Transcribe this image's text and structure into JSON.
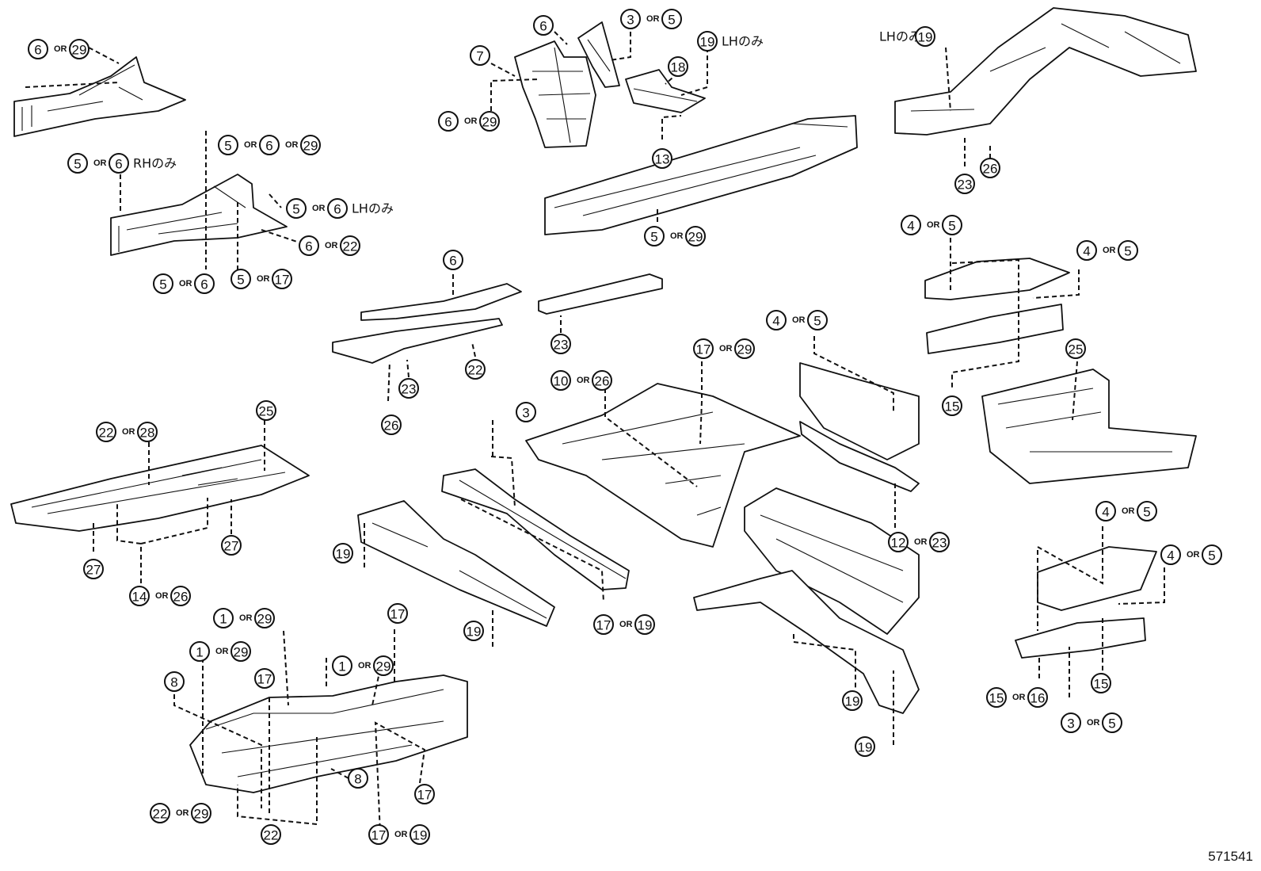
{
  "diagram_id": "571541",
  "labels": [
    {
      "id": "l1",
      "parts": [
        "6",
        "29"
      ]
    },
    {
      "id": "l2",
      "parts": [
        "5",
        "6",
        "29"
      ]
    },
    {
      "id": "l3",
      "parts": [
        "5",
        "6"
      ],
      "suffix": "RHのみ"
    },
    {
      "id": "l4",
      "parts": [
        "5",
        "6"
      ],
      "suffix": "LHのみ"
    },
    {
      "id": "l5",
      "parts": [
        "6",
        "22"
      ]
    },
    {
      "id": "l6",
      "parts": [
        "5",
        "6"
      ]
    },
    {
      "id": "l7",
      "parts": [
        "5",
        "17"
      ]
    },
    {
      "id": "l8",
      "parts": [
        "6"
      ]
    },
    {
      "id": "l9",
      "parts": [
        "7"
      ]
    },
    {
      "id": "l10",
      "parts": [
        "3",
        "5"
      ]
    },
    {
      "id": "l11",
      "parts": [
        "19"
      ],
      "suffix": "LHのみ"
    },
    {
      "id": "l12",
      "parts": [
        "18"
      ]
    },
    {
      "id": "l13",
      "parts": [
        "6",
        "29"
      ]
    },
    {
      "id": "l14",
      "parts": [
        "13"
      ]
    },
    {
      "id": "l15",
      "parts": [
        "5",
        "29"
      ]
    },
    {
      "id": "l16",
      "parts": [
        "19"
      ],
      "prefix": "LHのみ"
    },
    {
      "id": "l17",
      "parts": [
        "23"
      ]
    },
    {
      "id": "l18",
      "parts": [
        "26"
      ]
    },
    {
      "id": "l19",
      "parts": [
        "4",
        "5"
      ]
    },
    {
      "id": "l20",
      "parts": [
        "4",
        "5"
      ]
    },
    {
      "id": "l21",
      "parts": [
        "15"
      ]
    },
    {
      "id": "l22",
      "parts": [
        "25"
      ]
    },
    {
      "id": "l23",
      "parts": [
        "6"
      ]
    },
    {
      "id": "l24",
      "parts": [
        "23"
      ]
    },
    {
      "id": "l25",
      "parts": [
        "22"
      ]
    },
    {
      "id": "l26",
      "parts": [
        "23"
      ]
    },
    {
      "id": "l27",
      "parts": [
        "26"
      ]
    },
    {
      "id": "l28",
      "parts": [
        "17",
        "29"
      ]
    },
    {
      "id": "l29",
      "parts": [
        "4",
        "5"
      ]
    },
    {
      "id": "l30",
      "parts": [
        "10",
        "26"
      ]
    },
    {
      "id": "l31",
      "parts": [
        "3"
      ]
    },
    {
      "id": "l32",
      "parts": [
        "12",
        "23"
      ]
    },
    {
      "id": "l33",
      "parts": [
        "25"
      ]
    },
    {
      "id": "l34",
      "parts": [
        "22",
        "28"
      ]
    },
    {
      "id": "l35",
      "parts": [
        "27"
      ]
    },
    {
      "id": "l36",
      "parts": [
        "27"
      ]
    },
    {
      "id": "l37",
      "parts": [
        "14",
        "26"
      ]
    },
    {
      "id": "l38",
      "parts": [
        "19"
      ]
    },
    {
      "id": "l39",
      "parts": [
        "19"
      ]
    },
    {
      "id": "l40",
      "parts": [
        "17",
        "19"
      ]
    },
    {
      "id": "l41",
      "parts": [
        "4",
        "5"
      ]
    },
    {
      "id": "l42",
      "parts": [
        "4",
        "5"
      ]
    },
    {
      "id": "l43",
      "parts": [
        "15"
      ]
    },
    {
      "id": "l44",
      "parts": [
        "15",
        "16"
      ]
    },
    {
      "id": "l45",
      "parts": [
        "3",
        "5"
      ]
    },
    {
      "id": "l46",
      "parts": [
        "19"
      ]
    },
    {
      "id": "l47",
      "parts": [
        "19"
      ]
    },
    {
      "id": "l48",
      "parts": [
        "1",
        "29"
      ]
    },
    {
      "id": "l49",
      "parts": [
        "1",
        "29"
      ]
    },
    {
      "id": "l50",
      "parts": [
        "1",
        "29"
      ]
    },
    {
      "id": "l51",
      "parts": [
        "17"
      ]
    },
    {
      "id": "l52",
      "parts": [
        "8"
      ]
    },
    {
      "id": "l53",
      "parts": [
        "17"
      ]
    },
    {
      "id": "l54",
      "parts": [
        "8"
      ]
    },
    {
      "id": "l55",
      "parts": [
        "17"
      ]
    },
    {
      "id": "l56",
      "parts": [
        "22",
        "29"
      ]
    },
    {
      "id": "l57",
      "parts": [
        "22"
      ]
    },
    {
      "id": "l58",
      "parts": [
        "17",
        "19"
      ]
    }
  ],
  "separator": "OR"
}
